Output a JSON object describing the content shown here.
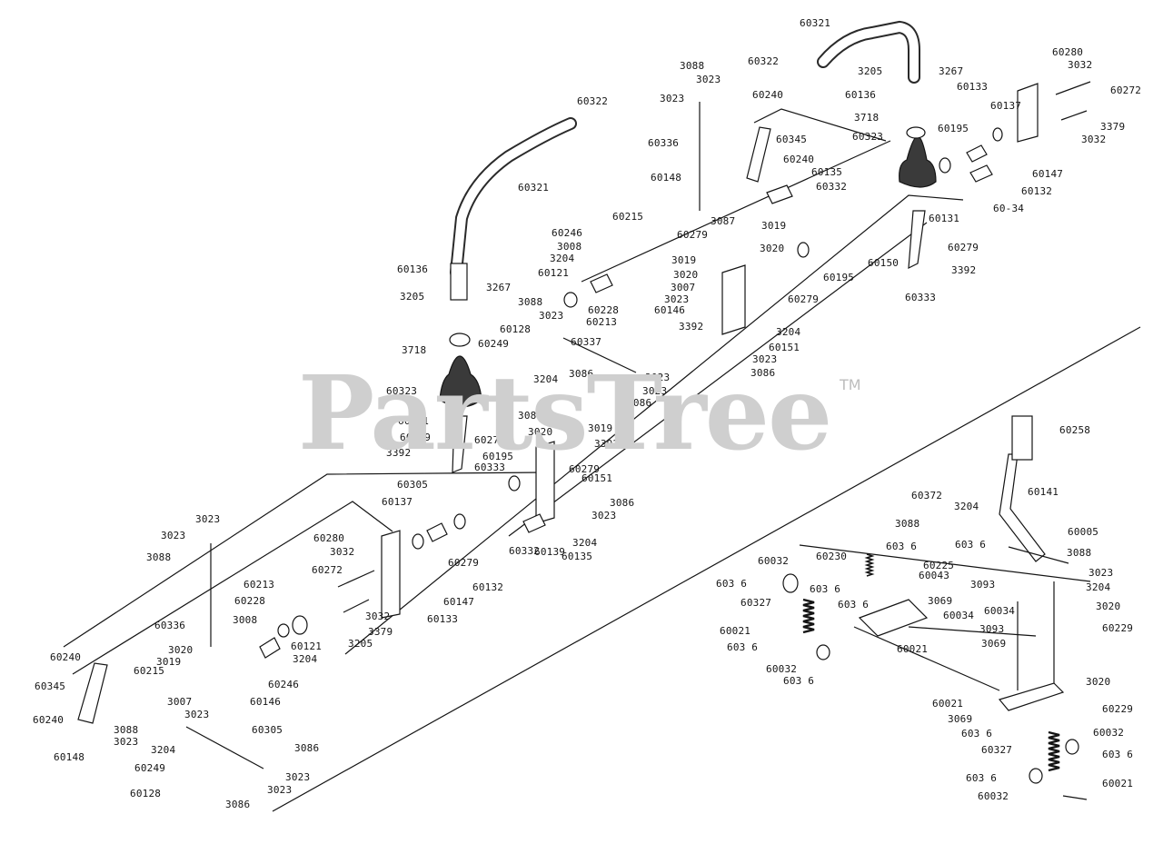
{
  "watermark": {
    "brand": "PartsTree",
    "mark": "TM"
  },
  "colors": {
    "ink": "#141414",
    "watermark": "#cfcfcf",
    "background": "#ffffff"
  },
  "callouts": [
    "60321",
    "60322",
    "3205",
    "3267",
    "60136",
    "60280",
    "3032",
    "60133",
    "60272",
    "60137",
    "3379",
    "3718",
    "60195",
    "60323",
    "60147",
    "60132",
    "60-34",
    "60131",
    "60279",
    "3392",
    "60333",
    "3088",
    "3023",
    "60240",
    "60345",
    "60336",
    "60148",
    "60135",
    "60332",
    "60215",
    "60246",
    "3008",
    "3204",
    "60121",
    "3019",
    "3020",
    "3007",
    "60146",
    "60228",
    "60213",
    "3087",
    "60150",
    "60151",
    "3086",
    "60128",
    "60249",
    "60337",
    "60305",
    "60139",
    "60258",
    "60141",
    "60372",
    "60005",
    "603 6",
    "60032",
    "60230",
    "60225",
    "60043",
    "3093",
    "3069",
    "60034",
    "60229",
    "60327",
    "60021"
  ]
}
